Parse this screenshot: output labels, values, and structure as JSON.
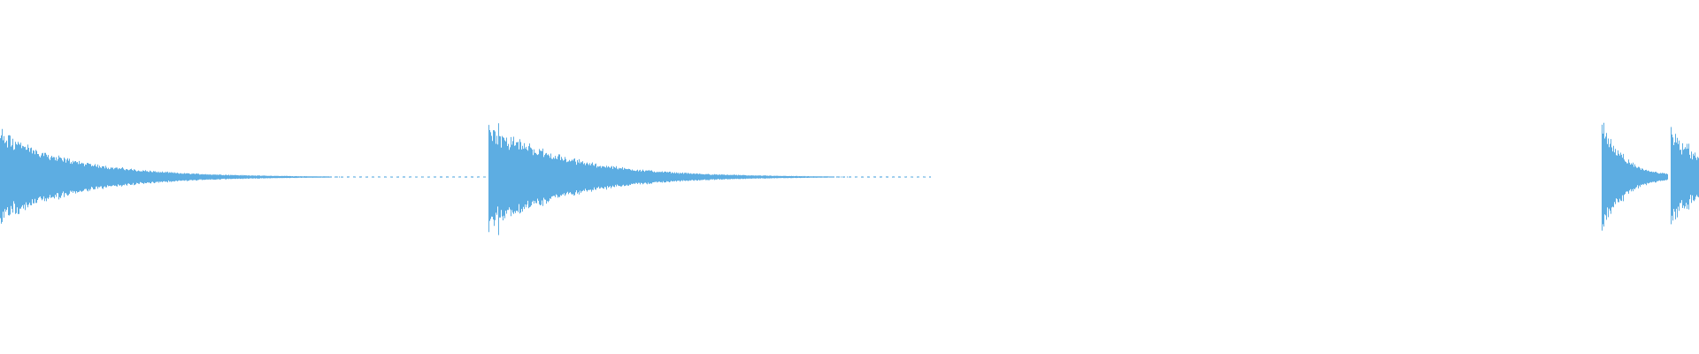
{
  "waveform": {
    "color": "#5dade2",
    "background": "#ffffff",
    "duration_fraction_ranges": [
      {
        "name": "hit-1",
        "onset": 0.0,
        "tail_end": 0.288,
        "peak_amplitude": 0.46,
        "decay": 0.045
      },
      {
        "name": "hit-2",
        "onset": 0.2875,
        "tail_end": 0.548,
        "peak_amplitude": 0.56,
        "decay": 0.045
      },
      {
        "name": "hit-3",
        "onset": 0.9425,
        "tail_end": 0.982,
        "peak_amplitude": 0.52,
        "decay": 0.014
      },
      {
        "name": "hit-4",
        "onset": 0.9835,
        "tail_end": 1.0,
        "peak_amplitude": 0.5,
        "decay": 0.02
      }
    ]
  }
}
